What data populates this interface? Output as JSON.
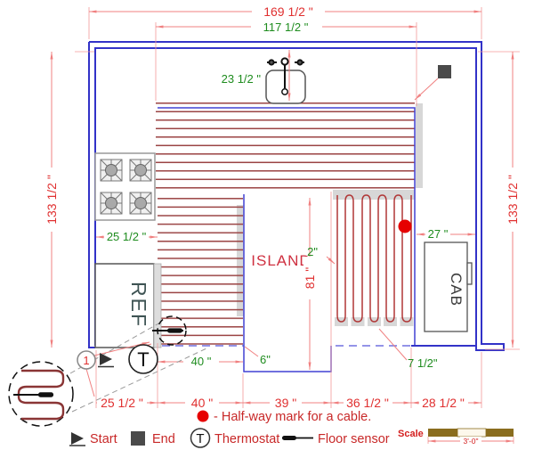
{
  "drawing_type": "kitchen floor heating cable plan",
  "plan": {
    "labels": {
      "ref": "REF",
      "island": "ISLAND",
      "cab": "CAB"
    },
    "symbols": {
      "thermostat": "T",
      "detail_number": "1"
    },
    "dimensions": {
      "overall_width": "169 1/2 \"",
      "heated_width": "117 1/2 \"",
      "overall_height_left": "133 1/2 \"",
      "overall_height_right": "133 1/2 \"",
      "sink_wall_offset": "23 1/2 \"",
      "counter_depth_left": "25 1/2 \"",
      "cab_width": "27 \"",
      "island_length": "81 \"",
      "gap_island_right": "2\"",
      "gap_island_bottom": "6\"",
      "gap_bottom_right": "7 1/2\"",
      "walkway_width": "40 \"",
      "bottom_segments": [
        "25 1/2 \"",
        "40 \"",
        "39 \"",
        "36 1/2 \"",
        "28 1/2 \""
      ]
    }
  },
  "legend": {
    "halfway_note": "- Half-way mark for a cable.",
    "start": "Start",
    "end": "End",
    "thermostat": "Thermostat",
    "floor_sensor": "Floor sensor",
    "scale_label": "Scale",
    "scale_value": "3'-0\""
  },
  "colors": {
    "wall_blue": "#3232c8",
    "cable_red": "#9a4343",
    "dimension_pink": "#f08080",
    "dim_text_red": "#e03030",
    "dim_text_green": "#1e8c1e",
    "legend_red": "#c82828",
    "halfway_dot": "#e60000",
    "scale_bar_brown": "#8a6d1e"
  }
}
